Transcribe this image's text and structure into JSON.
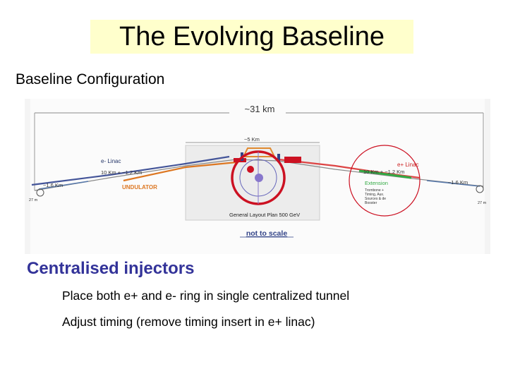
{
  "slide": {
    "title": "The Evolving Baseline",
    "subtitle": "Baseline Configuration"
  },
  "diagram": {
    "total_length": "~31 km",
    "central_length": "~5 Km",
    "e_minus_linac": "e- Linac",
    "e_minus_linac_length": "10 Km + ~1.2 Km",
    "e_plus_linac": "e+ Linac",
    "e_plus_linac_length": "10 Km + ~1.2 Km",
    "left_bds": "~1.6 Km",
    "right_bds": "~1.6 Km",
    "left_dump": "27 m",
    "right_dump": "27 m",
    "undulator": "UNDULATOR",
    "extension": "Extension",
    "extension_note": [
      "Trombone +",
      "Timing, Aux.",
      "Sources & de",
      "Booster"
    ],
    "layout_caption": "General Layout Plan 500 GeV",
    "scale_note": "not to scale",
    "colors": {
      "ring": "#cc1122",
      "e_minus_beamline": "#445599",
      "e_plus_beamline": "#dd4444",
      "undulator": "#dd7722",
      "extension": "#33aa44",
      "central_box": "#e08a30"
    }
  },
  "section": {
    "heading": "Centralised injectors",
    "bullets": [
      "Place both e+ and e- ring in single centralized tunnel",
      "Adjust timing (remove timing insert in e+ linac)"
    ]
  }
}
